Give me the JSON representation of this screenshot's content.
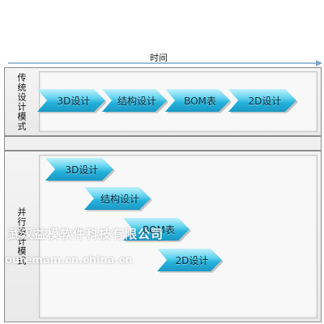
{
  "header": {
    "time_label": "时间"
  },
  "traditional": {
    "mode_label": "传统设计模式",
    "steps": [
      "3D设计",
      "结构设计",
      "BOM表",
      "2D设计"
    ]
  },
  "concurrent": {
    "mode_label": "并行设计模式",
    "steps": [
      "3D设计",
      "结构设计",
      "BOM表",
      "2D设计"
    ]
  },
  "watermark": {
    "company": "武汉益模软件科技有限公司",
    "site": "ouremam.cn.china.cn"
  },
  "colors": {
    "arrow_top": "#bff0fb",
    "arrow_mid": "#3cc0e4",
    "arrow_bottom": "#1a98c4",
    "timeline": "#7fa6c9"
  }
}
